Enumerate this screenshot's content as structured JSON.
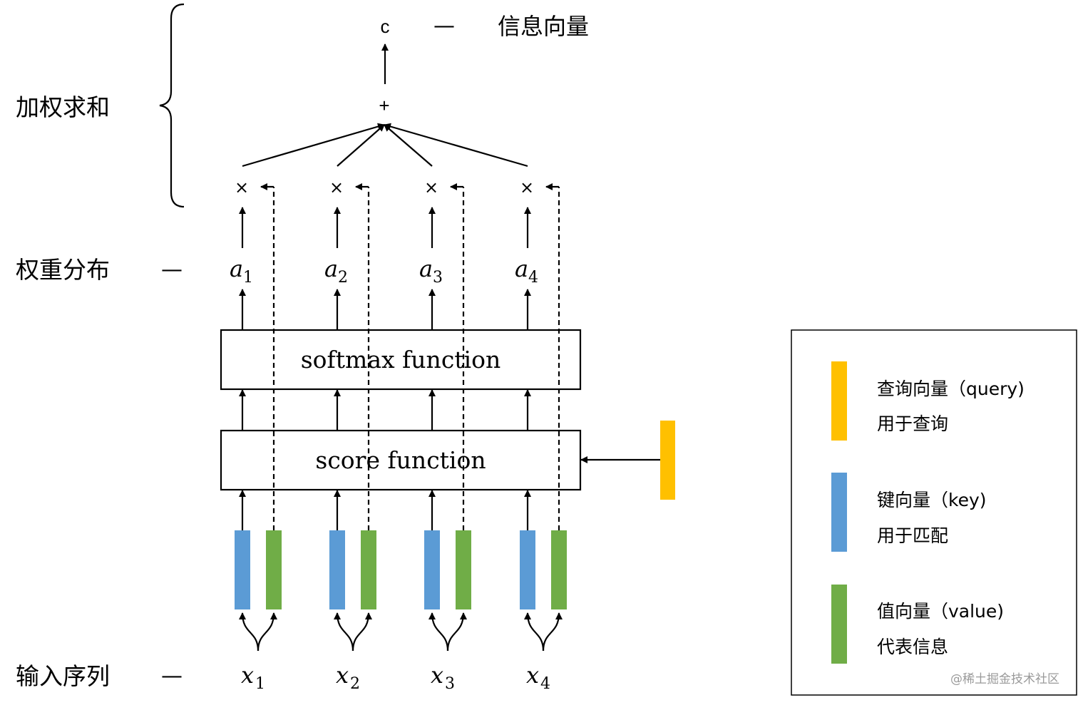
{
  "top": {
    "c_label": "c",
    "dash": "—",
    "info_vector": "信息向量",
    "plus": "+"
  },
  "left_labels": {
    "weighted_sum": "加权求和",
    "weight_dist": "权重分布",
    "input_seq": "输入序列",
    "dash": "—"
  },
  "boxes": {
    "softmax": "softmax function",
    "score": "score function"
  },
  "columns": [
    {
      "a": "a",
      "a_sub": "1",
      "x": "x",
      "x_sub": "1",
      "times": "×"
    },
    {
      "a": "a",
      "a_sub": "2",
      "x": "x",
      "x_sub": "2",
      "times": "×"
    },
    {
      "a": "a",
      "a_sub": "3",
      "x": "x",
      "x_sub": "3",
      "times": "×"
    },
    {
      "a": "a",
      "a_sub": "4",
      "x": "x",
      "x_sub": "4",
      "times": "×"
    }
  ],
  "legend": {
    "query_title": "查询向量（query)",
    "query_desc": "用于查询",
    "key_title": "键向量（key)",
    "key_desc": "用于匹配",
    "value_title": "值向量（value)",
    "value_desc": "代表信息"
  },
  "watermark": "@稀土掘金技术社区",
  "colors": {
    "query": "#FFC000",
    "key": "#5B9BD5",
    "value": "#70AD47",
    "line": "#000000",
    "watermark": "#9a9a9a"
  }
}
